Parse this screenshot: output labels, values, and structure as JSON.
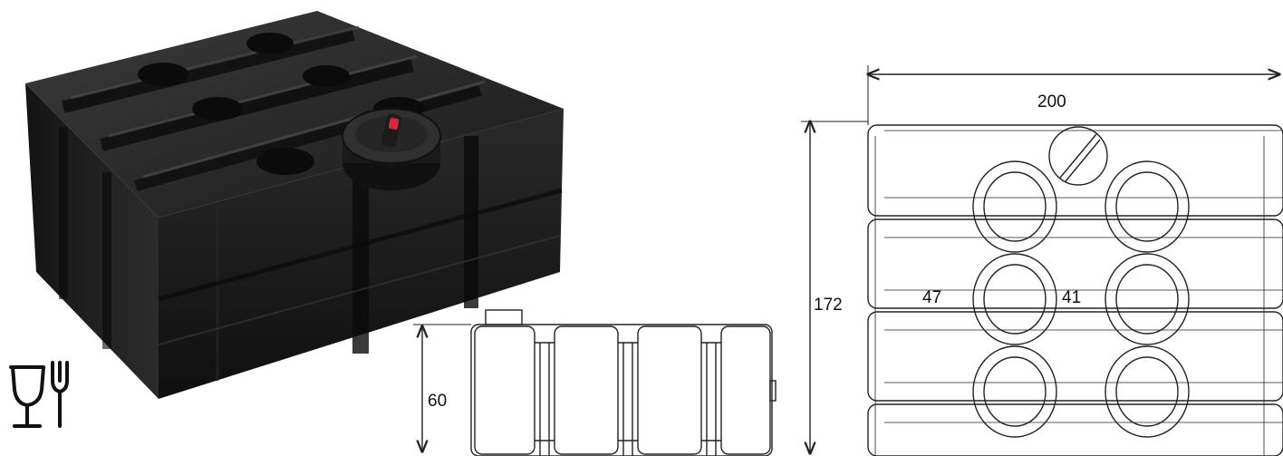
{
  "product_photo": {
    "subject": "tank-photo"
  },
  "food_safe_icon": {
    "icon": "glass-fork-icon"
  },
  "side_view": {
    "height_label": "60"
  },
  "top_view": {
    "width_label": "200",
    "height_label": "172",
    "spacing_left_label": "47",
    "spacing_mid_label": "41"
  },
  "colors": {
    "tank_body": "#1c1c1c",
    "tank_highlight": "#3a3a3a",
    "cap_accent": "#d8283a",
    "line": "#222222"
  }
}
